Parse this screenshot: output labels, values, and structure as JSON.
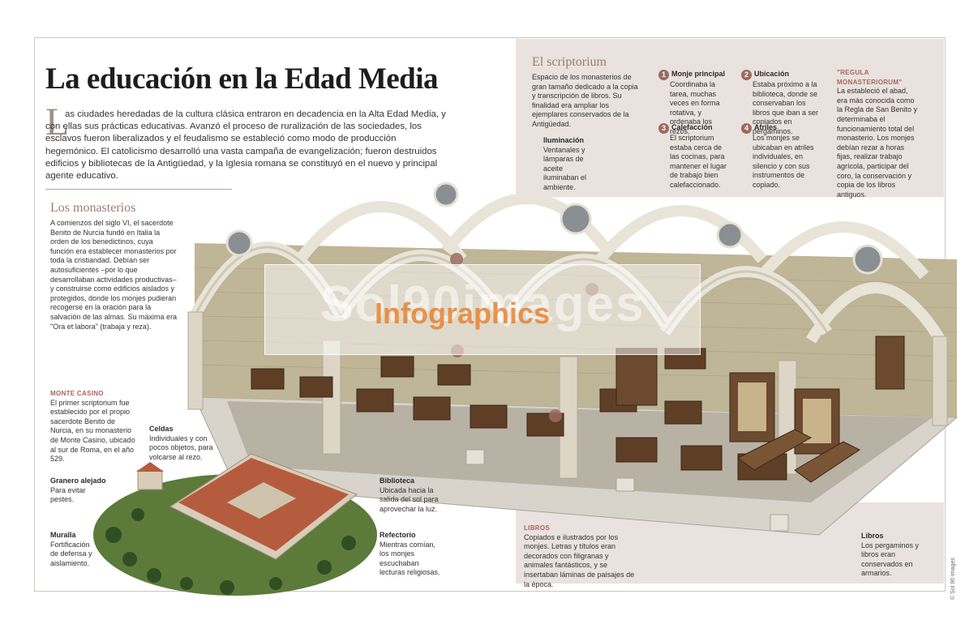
{
  "title": "La educación en la Edad Media",
  "intro": {
    "dropcap": "L",
    "text": "as ciudades heredadas de la cultura clásica entraron en decadencia en la Alta Edad Media, y con ellas sus prácticas educativas. Avanzó el proceso de ruralización de las sociedades, los esclavos fueron liberalizados y el feudalismo se estableció como modo de producción hegemónico. El catolicismo desarrolló una vasta campaña de evangelización; fueron destruidos edificios y bibliotecas de la Antigüedad, y la Iglesia romana se constituyó en el nuevo y principal agente educativo."
  },
  "monasterios": {
    "title": "Los monasterios",
    "text": "A comienzos del siglo VI, el sacerdote Benito de Nurcia fundó en Italia la orden de los benedictinos, cuya función era establecer monasterios por toda la cristiandad. Debían ser autosuficientes –por lo que desarrollaban actividades productivas– y construirse como edificios aislados y protegidos, donde los monjes pudieran recogerse en la oración para la salvación de las almas. Su máxima era \"Ora et labora\" (trabaja y reza)."
  },
  "monte_casino": {
    "title": "MONTE CASINO",
    "text": "El primer scriptorium fue establecido por el propio sacerdote Benito de Nurcia, en su monasterio de Monte Casino, ubicado al sur de Roma, en el año 529."
  },
  "abbey_labels": {
    "celdas": {
      "title": "Celdas",
      "text": "Individuales y con pocos objetos, para volcarse al rezo."
    },
    "granero": {
      "title": "Granero alejado",
      "text": "Para evitar pestes."
    },
    "muralla": {
      "title": "Muralla",
      "text": "Fortificación de defensa y aislamiento."
    },
    "biblioteca": {
      "title": "Biblioteca",
      "text": "Ubicada hacia la salida del sol para aprovechar la luz."
    },
    "refectorio": {
      "title": "Refectorio",
      "text": "Mientras comían, los monjes escuchaban lecturas religiosas."
    }
  },
  "scriptorium": {
    "title": "El scriptorium",
    "text": "Espacio de los monasterios de gran tamaño dedicado a la copia y transcripción de libros. Su finalidad era ampliar los ejemplares conservados de la Antigüedad.",
    "items": [
      {
        "num": "1",
        "title": "Monje principal",
        "text": "Coordinaba la tarea, muchas veces en forma rotativa, y ordenaba los rezos."
      },
      {
        "num": "2",
        "title": "Ubicación",
        "text": "Estaba próximo a la biblioteca, donde se conservaban los libros que iban a ser copiados en pergaminos."
      },
      {
        "num": "3",
        "title": "Calefacción",
        "text": "El scriptorium estaba cerca de las cocinas, para mantener el lugar de trabajo bien calefaccionado."
      },
      {
        "num": "4",
        "title": "Atriles",
        "text": "Los monjes se ubicaban en atriles individuales, en silencio y con sus instrumentos de copiado."
      }
    ],
    "regula": {
      "title": "\"REGULA MONASTERIORUM\"",
      "text": "La estableció el abad, era más conocida como la Regla de San Benito y determinaba el funcionamiento total del monasterio. Los monjes debían rezar a horas fijas, realizar trabajo agrícola, participar del coro, la conservación y copia de los libros antiguos."
    },
    "iluminacion": {
      "title": "Iluminación",
      "text": "Ventanales y lámparas de aceite iluminaban el ambiente."
    }
  },
  "libros_left": {
    "title": "LIBROS",
    "text": "Copiados e ilustrados por los monjes. Letras y títulos eran decorados con filigranas y animales fantásticos, y se insertaban láminas de paisajes de la época."
  },
  "libros_right": {
    "title": "Libros",
    "text": "Los pergaminos y libros eran conservados en armarios."
  },
  "watermark": {
    "main": "Sol90images",
    "sub": "Infographics"
  },
  "credit": "© Sol 90 Images",
  "colors": {
    "accent": "#9b7c74",
    "panel": "#e9e2df",
    "stone": "#c9c0a6",
    "wood": "#5e3f26"
  }
}
